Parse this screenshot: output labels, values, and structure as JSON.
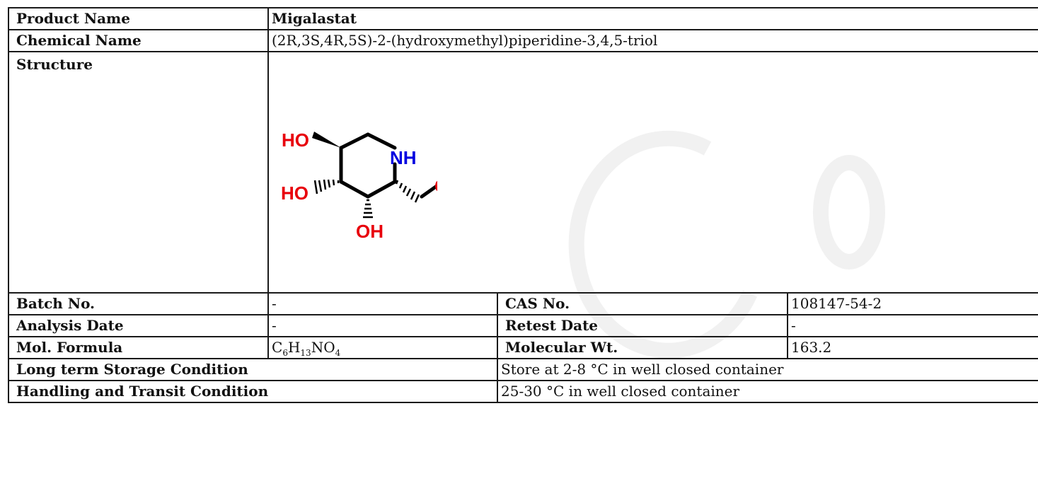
{
  "rows": {
    "product_name": {
      "label": "Product Name",
      "value": "Migalastat"
    },
    "chemical_name": {
      "label": "Chemical Name",
      "value": "(2R,3S,4R,5S)-2-(hydroxymethyl)piperidine-3,4,5-triol"
    },
    "structure": {
      "label": "Structure"
    },
    "batch": {
      "label": "Batch No.",
      "value": "-",
      "label2": "CAS No.",
      "value2": "108147-54-2"
    },
    "analysis": {
      "label": "Analysis Date",
      "value": "-",
      "label2": "Retest Date",
      "value2": "-"
    },
    "formula": {
      "label": "Mol. Formula",
      "value": {
        "c": "C",
        "c_n": "6",
        "h": "H",
        "h_n": "13",
        "n": "N",
        "o": "O",
        "o_n": "4"
      },
      "label2": "Molecular Wt.",
      "value2": "163.2"
    },
    "storage": {
      "label": "Long term Storage Condition",
      "value": "Store at 2-8 °C in well closed container"
    },
    "handling": {
      "label": "Handling and Transit Condition",
      "value": "25-30 °C in well closed container"
    }
  },
  "structure_atoms": {
    "ho_top": "HO",
    "nh": "NH",
    "oh_right": "OH",
    "ho_left": "HO",
    "oh_bottom": "OH"
  },
  "colors": {
    "oxygen": "#e8000b",
    "nitrogen": "#0000e0",
    "bond": "#000000",
    "border": "#1a1a1a"
  }
}
